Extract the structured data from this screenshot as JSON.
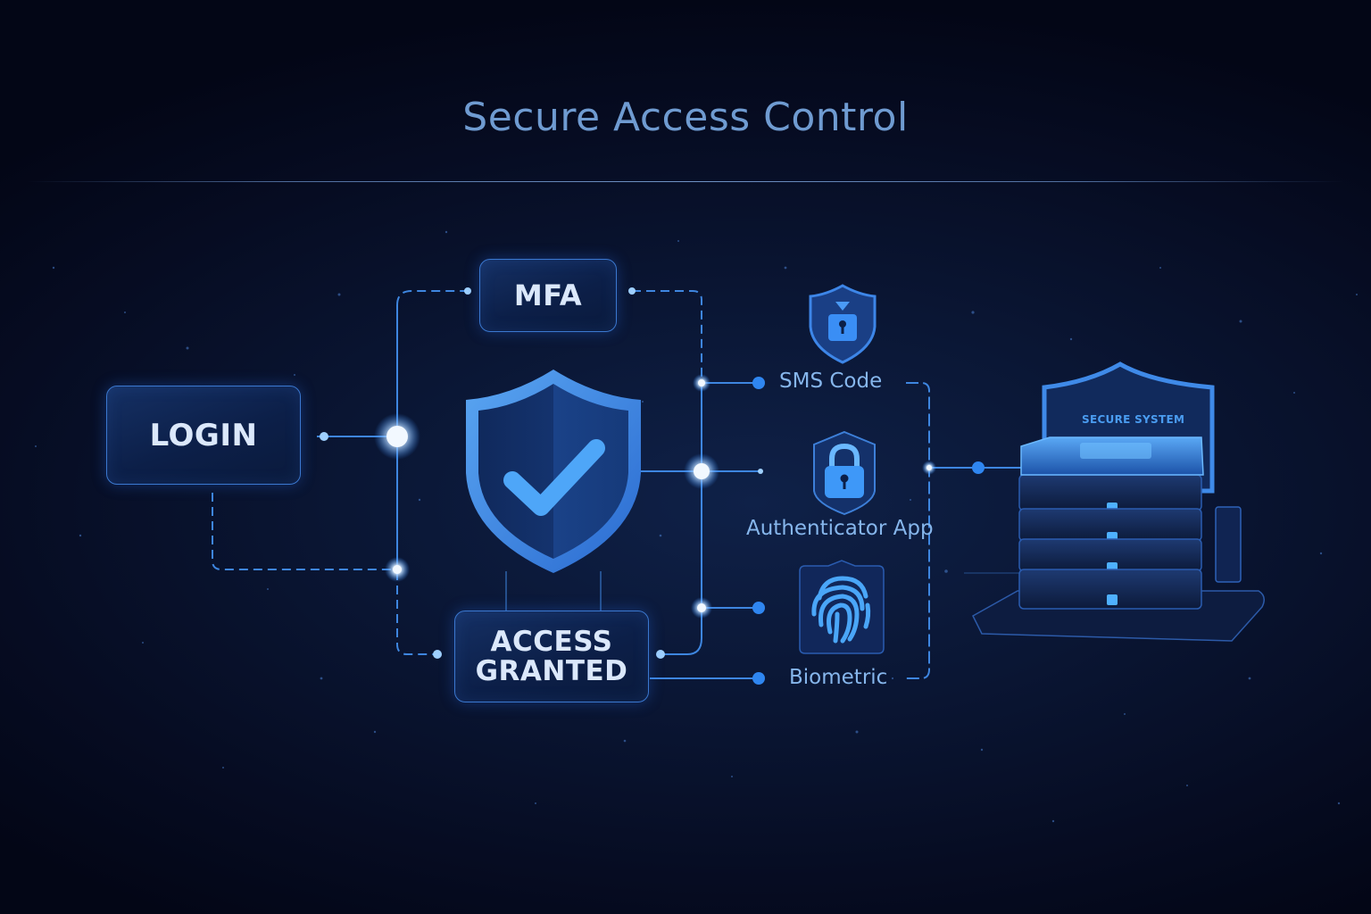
{
  "header": {
    "title": "Secure Access Control"
  },
  "colors": {
    "background": "#060c22",
    "title": "#6f9bd1",
    "accent": "#3b8ff0",
    "box_border": "#3b78d0",
    "label": "#86b6ec",
    "node_glow": "#e8f4ff"
  },
  "nodes": {
    "login": {
      "label": "LOGIN"
    },
    "mfa": {
      "label": "MFA"
    },
    "shield": {
      "icon": "shield-check-icon"
    },
    "access_granted": {
      "line1": "ACCESS",
      "line2": "GRANTED"
    }
  },
  "methods": [
    {
      "label": "SMS Code",
      "icon": "shield-lock-icon"
    },
    {
      "label": "Authenticator App",
      "icon": "padlock-icon"
    },
    {
      "label": "Biometric",
      "icon": "fingerprint-icon"
    }
  ],
  "system": {
    "label": "SECURE SYSTEM",
    "icon": "server-stack-icon"
  }
}
